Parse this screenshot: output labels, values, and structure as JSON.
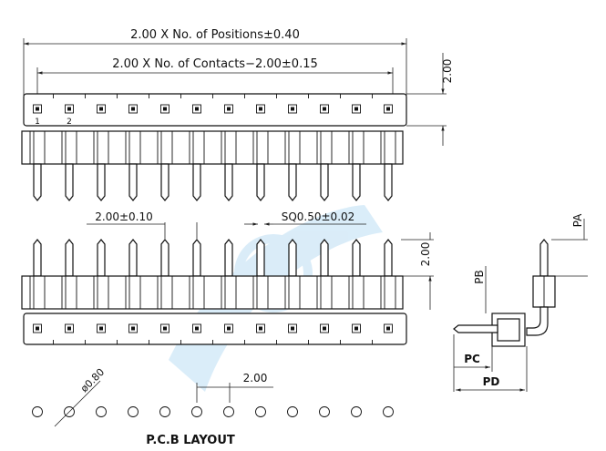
{
  "dims": {
    "overall_length": "2.00 X No. of Positions±0.40",
    "contact_span": "2.00 X No. of Contacts−2.00±0.15",
    "body_height_top": "2.00",
    "pitch": "2.00±0.10",
    "pin_square": "SQ0.50±0.02",
    "body_height_side": "2.00",
    "hole_diameter": "ø0.80",
    "hole_pitch": "2.00"
  },
  "pin_labels": [
    "1",
    "2"
  ],
  "side_view": {
    "pa": "PA",
    "pb": "PB",
    "pc": "PC",
    "pd": "PD"
  },
  "pcb_title": "P.C.B LAYOUT",
  "pin_count": 12,
  "watermark_color": "#d6ebf8"
}
